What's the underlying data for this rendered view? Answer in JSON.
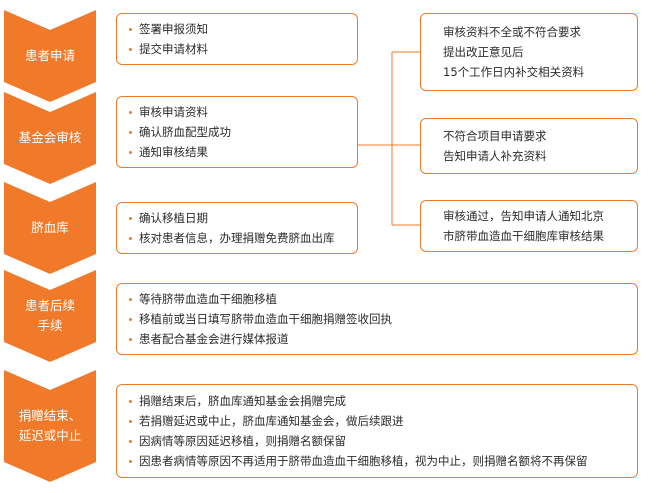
{
  "steps": [
    {
      "label_lines": [
        "患者申请"
      ],
      "items": [
        "签署申报须知",
        "提交申请材料"
      ]
    },
    {
      "label_lines": [
        "基金会审核"
      ],
      "items": [
        "审核申请资料",
        "确认脐血配型成功",
        "通知审核结果"
      ]
    },
    {
      "label_lines": [
        "脐血库"
      ],
      "items": [
        "确认移植日期",
        "核对患者信息，办理捐赠免费脐血出库"
      ]
    },
    {
      "label_lines": [
        "患者后续",
        "手续"
      ],
      "items": [
        "等待脐带血造血干细胞移植",
        "移植前或当日填写脐带血造血干细胞捐赠签收回执",
        "患者配合基金会进行媒体报道"
      ]
    },
    {
      "label_lines": [
        "捐赠结束、",
        "延迟或中止"
      ],
      "items": [
        "捐赠结束后，脐血库通知基金会捐赠完成",
        "若捐赠延迟或中止，脐血库通知基金会，做后续跟进",
        "因病情等原因延迟移植，则捐赠名额保留",
        "因患者病情等原因不再适用于脐带血造血干细胞移植，视为中止，则捐赠名额将不再保留"
      ]
    }
  ],
  "outcomes": [
    {
      "lines": [
        "审核资料不全或不符合要求",
        "提出改正意见后",
        "15个工作日内补交相关资料"
      ]
    },
    {
      "lines": [
        "不符合项目申请要求",
        "告知申请人补充资料"
      ]
    },
    {
      "lines": [
        "审核通过，告知申请人通知北京",
        "市脐带血造血干细胞库审核结果"
      ]
    }
  ],
  "colors": {
    "accent": "#f07a2a",
    "text": "#2b2b2b"
  }
}
